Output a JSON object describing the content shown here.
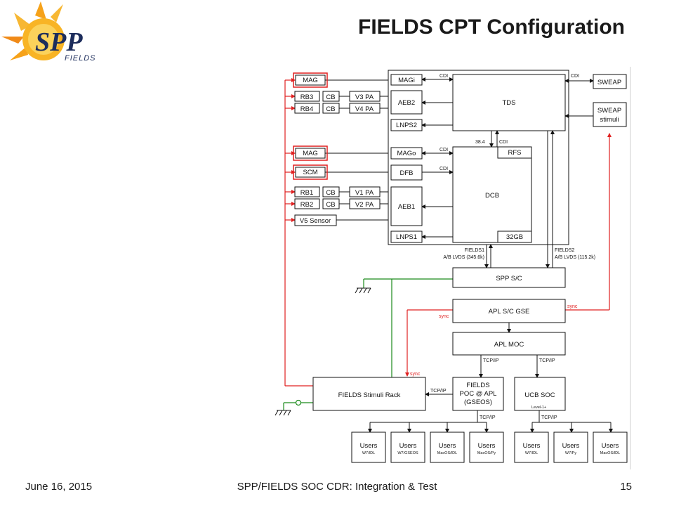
{
  "slide": {
    "title": "FIELDS CPT Configuration",
    "logo_text": "SPP",
    "logo_sub": "FIELDS"
  },
  "footer": {
    "date": "June 16, 2015",
    "center": "SPP/FIELDS SOC CDR: Integration & Test",
    "page": "15"
  },
  "diagram": {
    "sensors": {
      "mag1": "MAG",
      "rb3": "RB3",
      "rb4": "RB4",
      "cb1": "CB",
      "cb2": "CB",
      "v3pa": "V3 PA",
      "v4pa": "V4 PA",
      "mag2": "MAG",
      "scm": "SCM",
      "rb1": "RB1",
      "rb2": "RB2",
      "cb3": "CB",
      "cb4": "CB",
      "v1pa": "V1 PA",
      "v2pa": "V2 PA",
      "v5": "V5 Sensor"
    },
    "boards": {
      "magi": "MAGi",
      "aeb2": "AEB2",
      "lnps2": "LNPS2",
      "tds": "TDS",
      "mago": "MAGo",
      "dfb": "DFB",
      "aeb1": "AEB1",
      "lnps1": "LNPS1",
      "dcb": "DCB",
      "rfs": "RFS",
      "mem": "32GB"
    },
    "sweep": {
      "sweap": "SWEAP",
      "stim1": "SWEAP",
      "stim2": "stimuli"
    },
    "links": {
      "cdi1": "CDI",
      "cdi2": "CDI",
      "cdi3": "CDI",
      "cdi4": "CDI",
      "cdi5": "CDI",
      "rate": "38.4",
      "fields1_a": "FIELDS1",
      "fields1_b": "A/B LVDS (345.6k)",
      "fields2_a": "FIELDS2",
      "fields2_b": "A/B LVDS (115.2k)",
      "sync1": "sync",
      "sync2": "sync",
      "sync3": "sync",
      "tcp1": "TCP/IP",
      "tcp2": "TCP/IP",
      "tcp3": "TCP/IP",
      "tcp4": "TCP/IP",
      "tcp5": "TCP/IP",
      "level": "Level-1+"
    },
    "ground": {
      "spp_sc": "SPP S/C",
      "apl_gse": "APL S/C GSE",
      "apl_moc": "APL MOC",
      "stim_rack": "FIELDS Stimuli Rack",
      "poc_1": "FIELDS",
      "poc_2": "POC @ APL",
      "poc_3": "(GSEOS)",
      "ucb_soc": "UCB SOC"
    },
    "users": [
      {
        "label": "Users",
        "os": "W7/IDL"
      },
      {
        "label": "Users",
        "os": "W7/GSEOS"
      },
      {
        "label": "Users",
        "os": "MacOS/IDL"
      },
      {
        "label": "Users",
        "os": "MacOS/Py"
      },
      {
        "label": "Users",
        "os": "W7/IDL"
      },
      {
        "label": "Users",
        "os": "W7/Py"
      },
      {
        "label": "Users",
        "os": "MacOS/IDL"
      }
    ]
  }
}
